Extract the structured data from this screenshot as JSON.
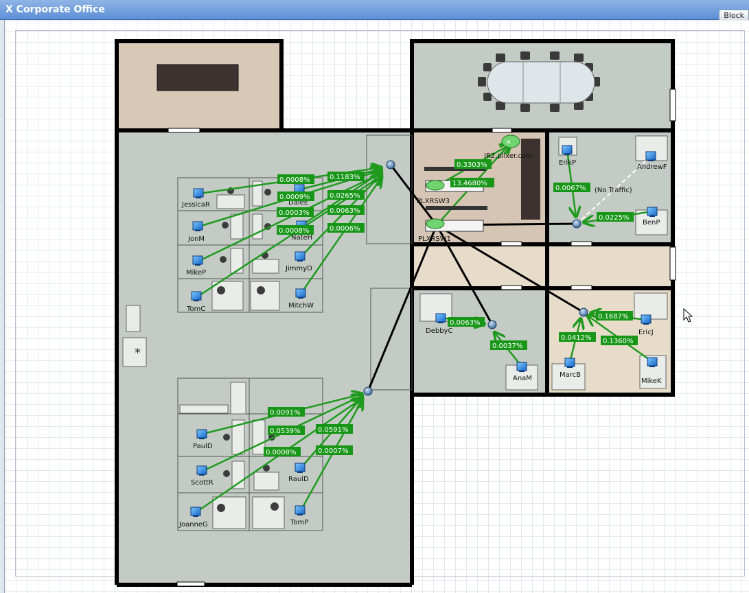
{
  "window": {
    "title": "X Corporate Office",
    "tab_label": "Block"
  },
  "colors": {
    "link": "#1f9a1f",
    "label_bg": "#179617",
    "wall": "#000000"
  },
  "devices": {
    "ir2": "IR2.plixer.com",
    "plxrsw3": "PLXRSW3",
    "plxrsw1": "PLXRSW1"
  },
  "hosts": [
    {
      "name": "JessicaR"
    },
    {
      "name": "DaleE"
    },
    {
      "name": "JonM"
    },
    {
      "name": "NateH"
    },
    {
      "name": "MikeP"
    },
    {
      "name": "JimmyD"
    },
    {
      "name": "TomC"
    },
    {
      "name": "MitchW"
    },
    {
      "name": "PaulD"
    },
    {
      "name": "ScottR"
    },
    {
      "name": "RaulD"
    },
    {
      "name": "JoanneG"
    },
    {
      "name": "TomP"
    },
    {
      "name": "ErikP"
    },
    {
      "name": "AndrewF"
    },
    {
      "name": "BenP"
    },
    {
      "name": "DebbyC"
    },
    {
      "name": "AnaM"
    },
    {
      "name": "EricJ"
    },
    {
      "name": "MarcB"
    },
    {
      "name": "MikeK"
    }
  ],
  "traffic_labels": [
    "0.0008%",
    "0.1183%",
    "0.0009%",
    "0.0265%",
    "0.0003%",
    "0.0063%",
    "0.0008%",
    "0.0006%",
    "0.0091%",
    "0.0539%",
    "0.0591%",
    "0.0008%",
    "0.0007%",
    "0.3303%",
    "13.4680%",
    "0.0067%",
    "0.0225%",
    "0.0063%",
    "0.0037%",
    "0.1687%",
    "0.0412%",
    "0.1360%"
  ],
  "no_traffic_label": "(No Traffic)"
}
